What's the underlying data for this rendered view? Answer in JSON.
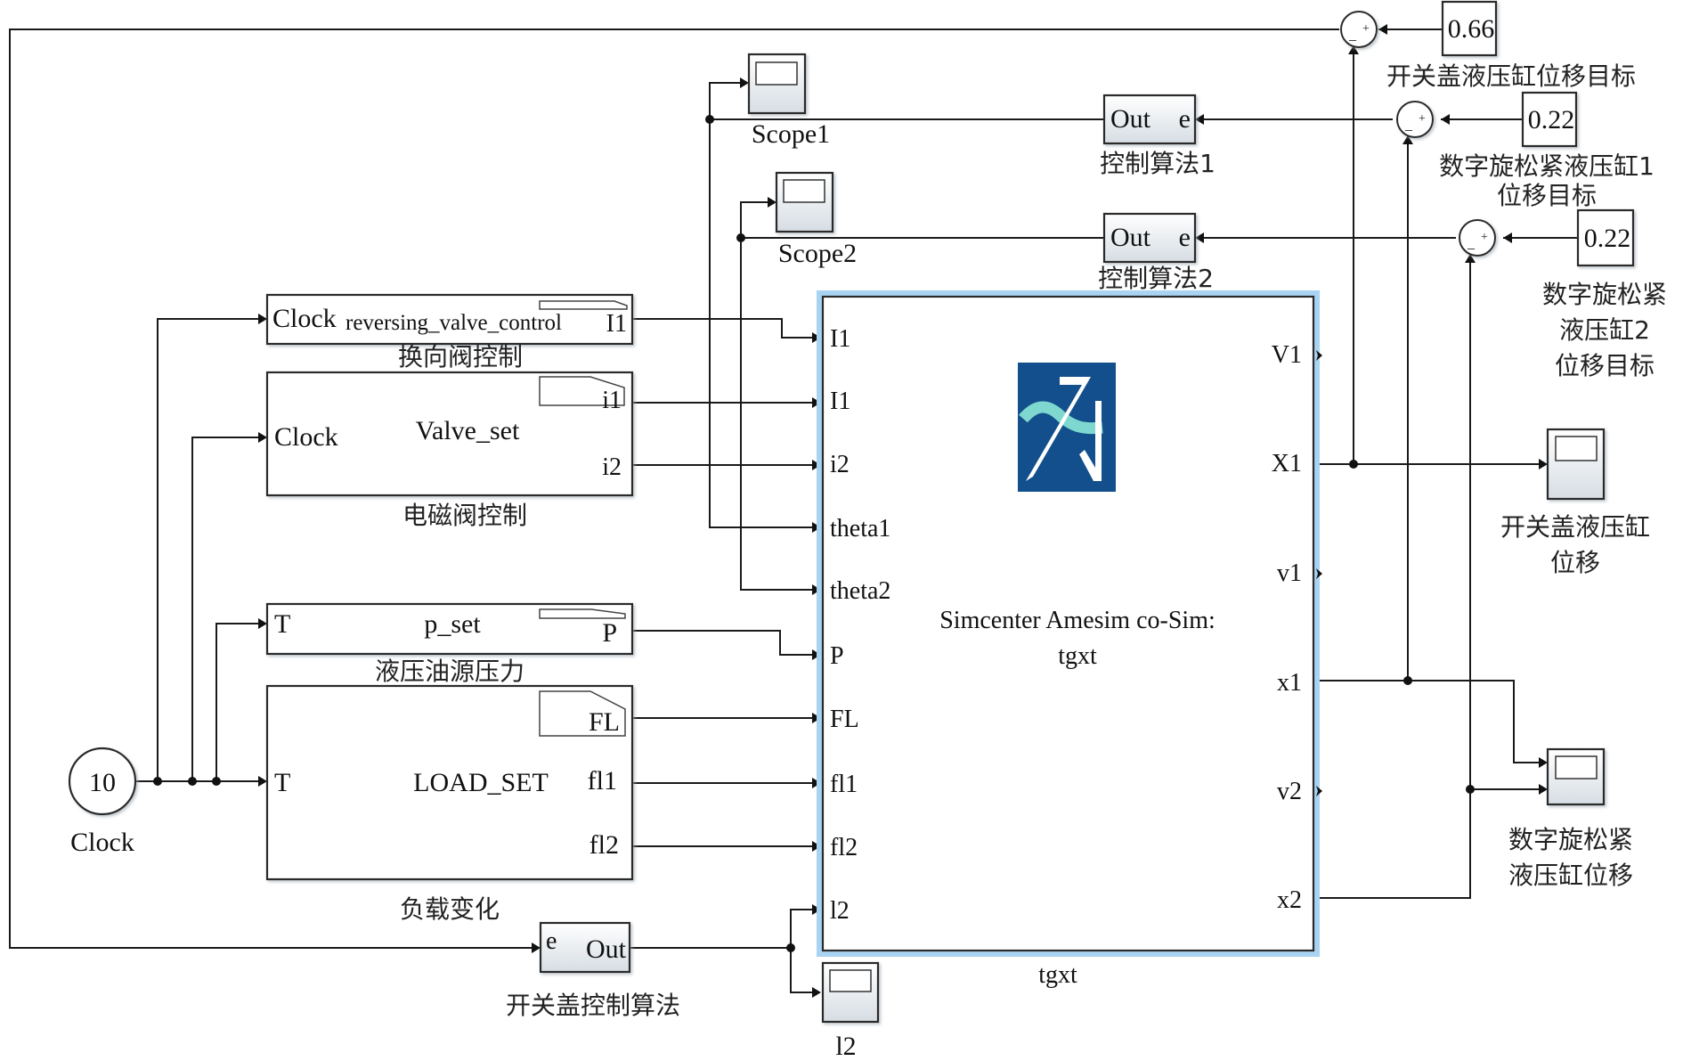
{
  "diagram": {
    "type": "simulink-block-diagram",
    "clock": {
      "value": "10",
      "label": "Clock"
    },
    "reversing_valve": {
      "input_port": "Clock",
      "name": "reversing_valve_control",
      "output_port": "I1",
      "caption": "换向阀控制"
    },
    "valve_set": {
      "input_port": "Clock",
      "name": "Valve_set",
      "output_ports": [
        "i1",
        "i2"
      ],
      "caption": "电磁阀控制"
    },
    "p_set": {
      "input_port": "T",
      "name": "p_set",
      "output_port": "P",
      "caption": "液压油源压力"
    },
    "load_set": {
      "input_port": "T",
      "name": "LOAD_SET",
      "output_ports": [
        "FL",
        "fl1",
        "fl2"
      ],
      "caption": "负载变化"
    },
    "lid_controller": {
      "input_port": "e",
      "output_port": "Out",
      "caption": "开关盖控制算法"
    },
    "scope_l2": {
      "caption": "l2"
    },
    "scope1": {
      "caption": "Scope1"
    },
    "scope2": {
      "caption": "Scope2"
    },
    "controller1": {
      "output_port": "Out",
      "input_port": "e",
      "caption": "控制算法1"
    },
    "controller2": {
      "output_port": "Out",
      "input_port": "e",
      "caption": "控制算法2"
    },
    "targets": [
      {
        "value": "0.66",
        "caption_lines": [
          "开关盖液压缸位移目标"
        ]
      },
      {
        "value": "0.22",
        "caption_lines": [
          "数字旋松紧液压缸1",
          "位移目标"
        ]
      },
      {
        "value": "0.22",
        "caption_lines": [
          "数字旋松紧",
          "液压缸2",
          "位移目标"
        ]
      }
    ],
    "sum_signs": {
      "plus": "+",
      "minus": "_"
    },
    "cosim": {
      "title_line1": "Simcenter Amesim co-Sim:",
      "title_line2": "tgxt",
      "caption": "tgxt",
      "inputs": [
        "I1",
        "I1",
        "i2",
        "theta1",
        "theta2",
        "P",
        "FL",
        "fl1",
        "fl2",
        "l2"
      ],
      "outputs": [
        "V1",
        "X1",
        "v1",
        "x1",
        "v2",
        "x2"
      ],
      "logo_colors": {
        "bg": "#134f8c",
        "wave": "#7fd8cf",
        "mark": "#ffffff"
      },
      "highlight_color": "#a9d3f2"
    },
    "scope_lid": {
      "caption_lines": [
        "开关盖液压缸",
        "位移"
      ]
    },
    "scope_rot": {
      "caption_lines": [
        "数字旋松紧",
        "液压缸位移"
      ]
    }
  }
}
